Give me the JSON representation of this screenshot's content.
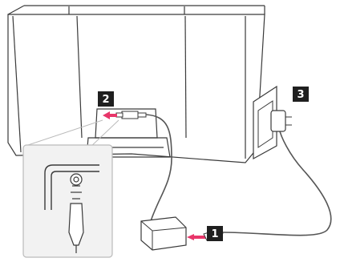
{
  "steps": [
    {
      "label": "1",
      "target": "power-cable-to-adapter"
    },
    {
      "label": "2",
      "target": "dc-plug-to-monitor-port"
    },
    {
      "label": "3",
      "target": "plug-into-wall-outlet"
    }
  ],
  "colors": {
    "line": "#3a3a3a",
    "badge_fill": "#1f1f1f",
    "badge_text": "#ffffff",
    "arrow": "#e8366a",
    "callout_fill": "#f2f2f2",
    "callout_stroke": "#bbbbbb",
    "cable": "#555555",
    "background": "#ffffff"
  }
}
